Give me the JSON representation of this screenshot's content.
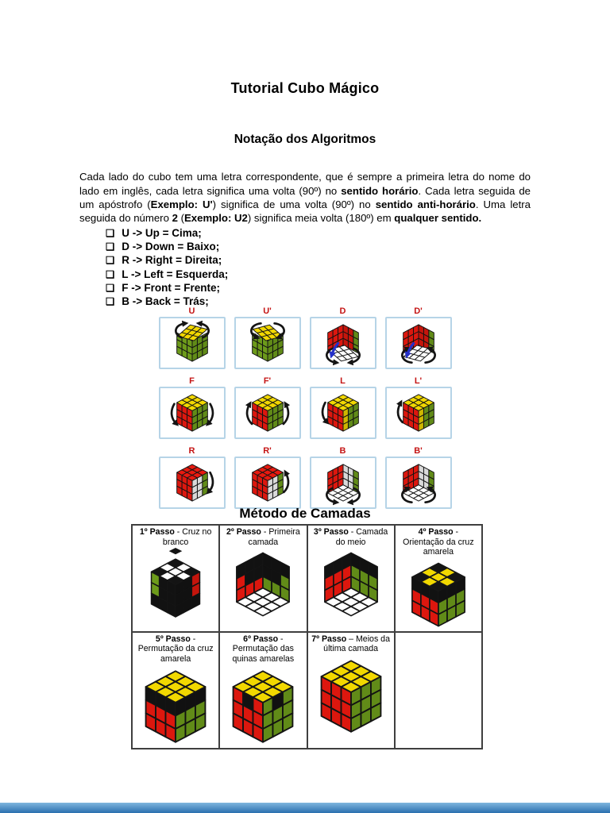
{
  "page": {
    "title": "Tutorial Cubo Mágico"
  },
  "sections": {
    "notation_heading": "Notação dos Algoritmos",
    "method_heading": "Método de Camadas"
  },
  "intro_paragraph": {
    "segments": [
      {
        "t": "Cada lado do cubo tem uma letra correspondente, que é sempre a primeira letra do nome do lado em inglês, cada letra significa uma volta (90º) no ",
        "b": false
      },
      {
        "t": "sentido horário",
        "b": true
      },
      {
        "t": ". Cada letra seguida de um apóstrofo (",
        "b": false
      },
      {
        "t": "Exemplo: U'",
        "b": true
      },
      {
        "t": ") significa de uma volta (90º) no ",
        "b": false
      },
      {
        "t": "sentido anti-horário",
        "b": true
      },
      {
        "t": ". Uma letra seguida do número ",
        "b": false
      },
      {
        "t": "2",
        "b": true
      },
      {
        "t": " (",
        "b": false
      },
      {
        "t": "Exemplo: U2",
        "b": true
      },
      {
        "t": ") significa meia volta (180º) em ",
        "b": false
      },
      {
        "t": "qualquer sentido.",
        "b": true
      }
    ]
  },
  "notation_list": {
    "bullet": "❑",
    "items": [
      "U -> Up = Cima;",
      "D -> Down = Baixo;",
      "R -> Right = Direita;",
      "L -> Left = Esquerda;",
      "F -> Front = Frente;",
      "B -> Back = Trás;"
    ]
  },
  "palette": {
    "Y": "#f2d800",
    "G": "#73a41d",
    "R": "#e8190f",
    "K": "#141414",
    "W": "#ffffff"
  },
  "label_color": "#c41414",
  "box_border_color": "#b6d4e7",
  "notation_images": {
    "rows": [
      [
        {
          "label": "U",
          "cube": {
            "view": "top",
            "twist": -13,
            "cap": "YYYYYYYYY",
            "left": "GGGGGGGGG",
            "right": "GGGGGGGGG",
            "arrows": "top",
            "dir": "cw"
          }
        },
        {
          "label": "U'",
          "cube": {
            "view": "top",
            "twist": 13,
            "cap": "YYYYYYYYY",
            "left": "GGGGGGGGG",
            "right": "GGGGGGGGG",
            "arrows": "top",
            "dir": "ccw"
          }
        },
        {
          "label": "D",
          "cube": {
            "view": "bottom",
            "twist": 13,
            "cap": "WWWWWWWWW",
            "left": "RRRRRRRRR",
            "right": "RRGRRGRRG",
            "arrows": "bottom",
            "dir": "cw",
            "extra": "blue-arrow"
          }
        },
        {
          "label": "D'",
          "cube": {
            "view": "bottom",
            "twist": -13,
            "cap": "WWWWWWWWW",
            "left": "RRRRRRRRR",
            "right": "RRGRRGRRG",
            "arrows": "bottom",
            "dir": "ccw",
            "extra": "blue-arrow"
          }
        }
      ],
      [
        {
          "label": "F",
          "cube": {
            "view": "top",
            "twist": 0,
            "cap": "YYYYYYYYY",
            "left": "RRRRRRRRR",
            "right": "GGGGGGGGG",
            "arrows": "sides",
            "dir": "cw"
          }
        },
        {
          "label": "F'",
          "cube": {
            "view": "top",
            "twist": 0,
            "cap": "YYYYYYYYY",
            "left": "RRRRRRRRR",
            "right": "GGGGGGGGG",
            "arrows": "sides",
            "dir": "ccw"
          }
        },
        {
          "label": "L",
          "cube": {
            "view": "top",
            "twist": 0,
            "cap": "YYYYYYYYY",
            "left": "RRRRRRRRR",
            "right": "YGGYGGYGG",
            "arrows": "left",
            "dir": "cw"
          }
        },
        {
          "label": "L'",
          "cube": {
            "view": "top",
            "twist": 0,
            "cap": "YYYYYYYYY",
            "left": "RRRRRRRRR",
            "right": "YGGYGGYGG",
            "arrows": "left",
            "dir": "ccw"
          }
        }
      ],
      [
        {
          "label": "R",
          "cube": {
            "view": "top",
            "twist": 0,
            "cap": "RRRRRRRRR",
            "left": "RRRRRRRRR",
            "right": "WWGWWGWWG",
            "arrows": "right",
            "dir": "cw"
          }
        },
        {
          "label": "R'",
          "cube": {
            "view": "top",
            "twist": 0,
            "cap": "RRRRRRRRR",
            "left": "RRRRRRRRR",
            "right": "WWGWWGWWG",
            "arrows": "right",
            "dir": "ccw"
          }
        },
        {
          "label": "B",
          "cube": {
            "view": "bottom",
            "twist": 0,
            "cap": "WWWWWWWWW",
            "left": "RRRRRRRRR",
            "right": "WWGWWGWWG",
            "arrows": "bottom",
            "dir": "cw"
          }
        },
        {
          "label": "B'",
          "cube": {
            "view": "bottom",
            "twist": 0,
            "cap": "WWWWWWWWW",
            "left": "RRRRRRRRR",
            "right": "WWGWWGWWG",
            "arrows": "bottom",
            "dir": "ccw"
          }
        }
      ]
    ]
  },
  "method_table": {
    "rows": [
      [
        {
          "step": "1º Passo",
          "desc": " - Cruz no branco",
          "cube": {
            "view": "top",
            "twist": 0,
            "cap": "KWKWWWKWK",
            "left": "GKKGKKKKK",
            "right": "KKRKKRKKK",
            "extra": "diamond"
          }
        },
        {
          "step": "2º Passo",
          "desc": " - Primeira camada",
          "cube": {
            "view": "bottom",
            "twist": 0,
            "cap": "WWWWWWWWW",
            "left": "RRRRKKKKK",
            "right": "GGGKKGKKK"
          }
        },
        {
          "step": "3º Passo",
          "desc": " - Camada do meio",
          "cube": {
            "view": "bottom",
            "twist": 0,
            "cap": "WWWWWWWWW",
            "left": "RRRRRRKKK",
            "right": "GGGGGGKKK"
          }
        },
        {
          "step": "4º Passo",
          "desc": " - Orientação da cruz amarela",
          "cube": {
            "view": "top",
            "twist": 0,
            "cap": "KYKYYYKYK",
            "left": "KKKRRRRRR",
            "right": "KKKGGGGGG"
          }
        }
      ],
      [
        {
          "step": "5º Passo",
          "desc": " - Permutação da cruz amarela",
          "cube": {
            "view": "top",
            "twist": 0,
            "cap": "YYYYYYYYY",
            "left": "KKKRRRRRR",
            "right": "KKKGGGGGG"
          }
        },
        {
          "step": "6º Passo",
          "desc": " - Permutação das quinas amarelas",
          "cube": {
            "view": "top",
            "twist": 0,
            "cap": "YYYYYYYYY",
            "left": "RKRRRRRRR",
            "right": "GKGGGGGGG"
          }
        },
        {
          "step": "7º Passo",
          "desc": " – Meios da última camada",
          "cube": {
            "view": "top",
            "twist": 0,
            "cap": "YYYYYYYYY",
            "left": "RRRRRRRRR",
            "right": "GGGGGGGGG"
          }
        },
        {
          "empty": true
        }
      ]
    ]
  },
  "footer": {
    "next_page_edge_top": "#7fb6de",
    "next_page_edge_bottom": "#2a6fae"
  }
}
